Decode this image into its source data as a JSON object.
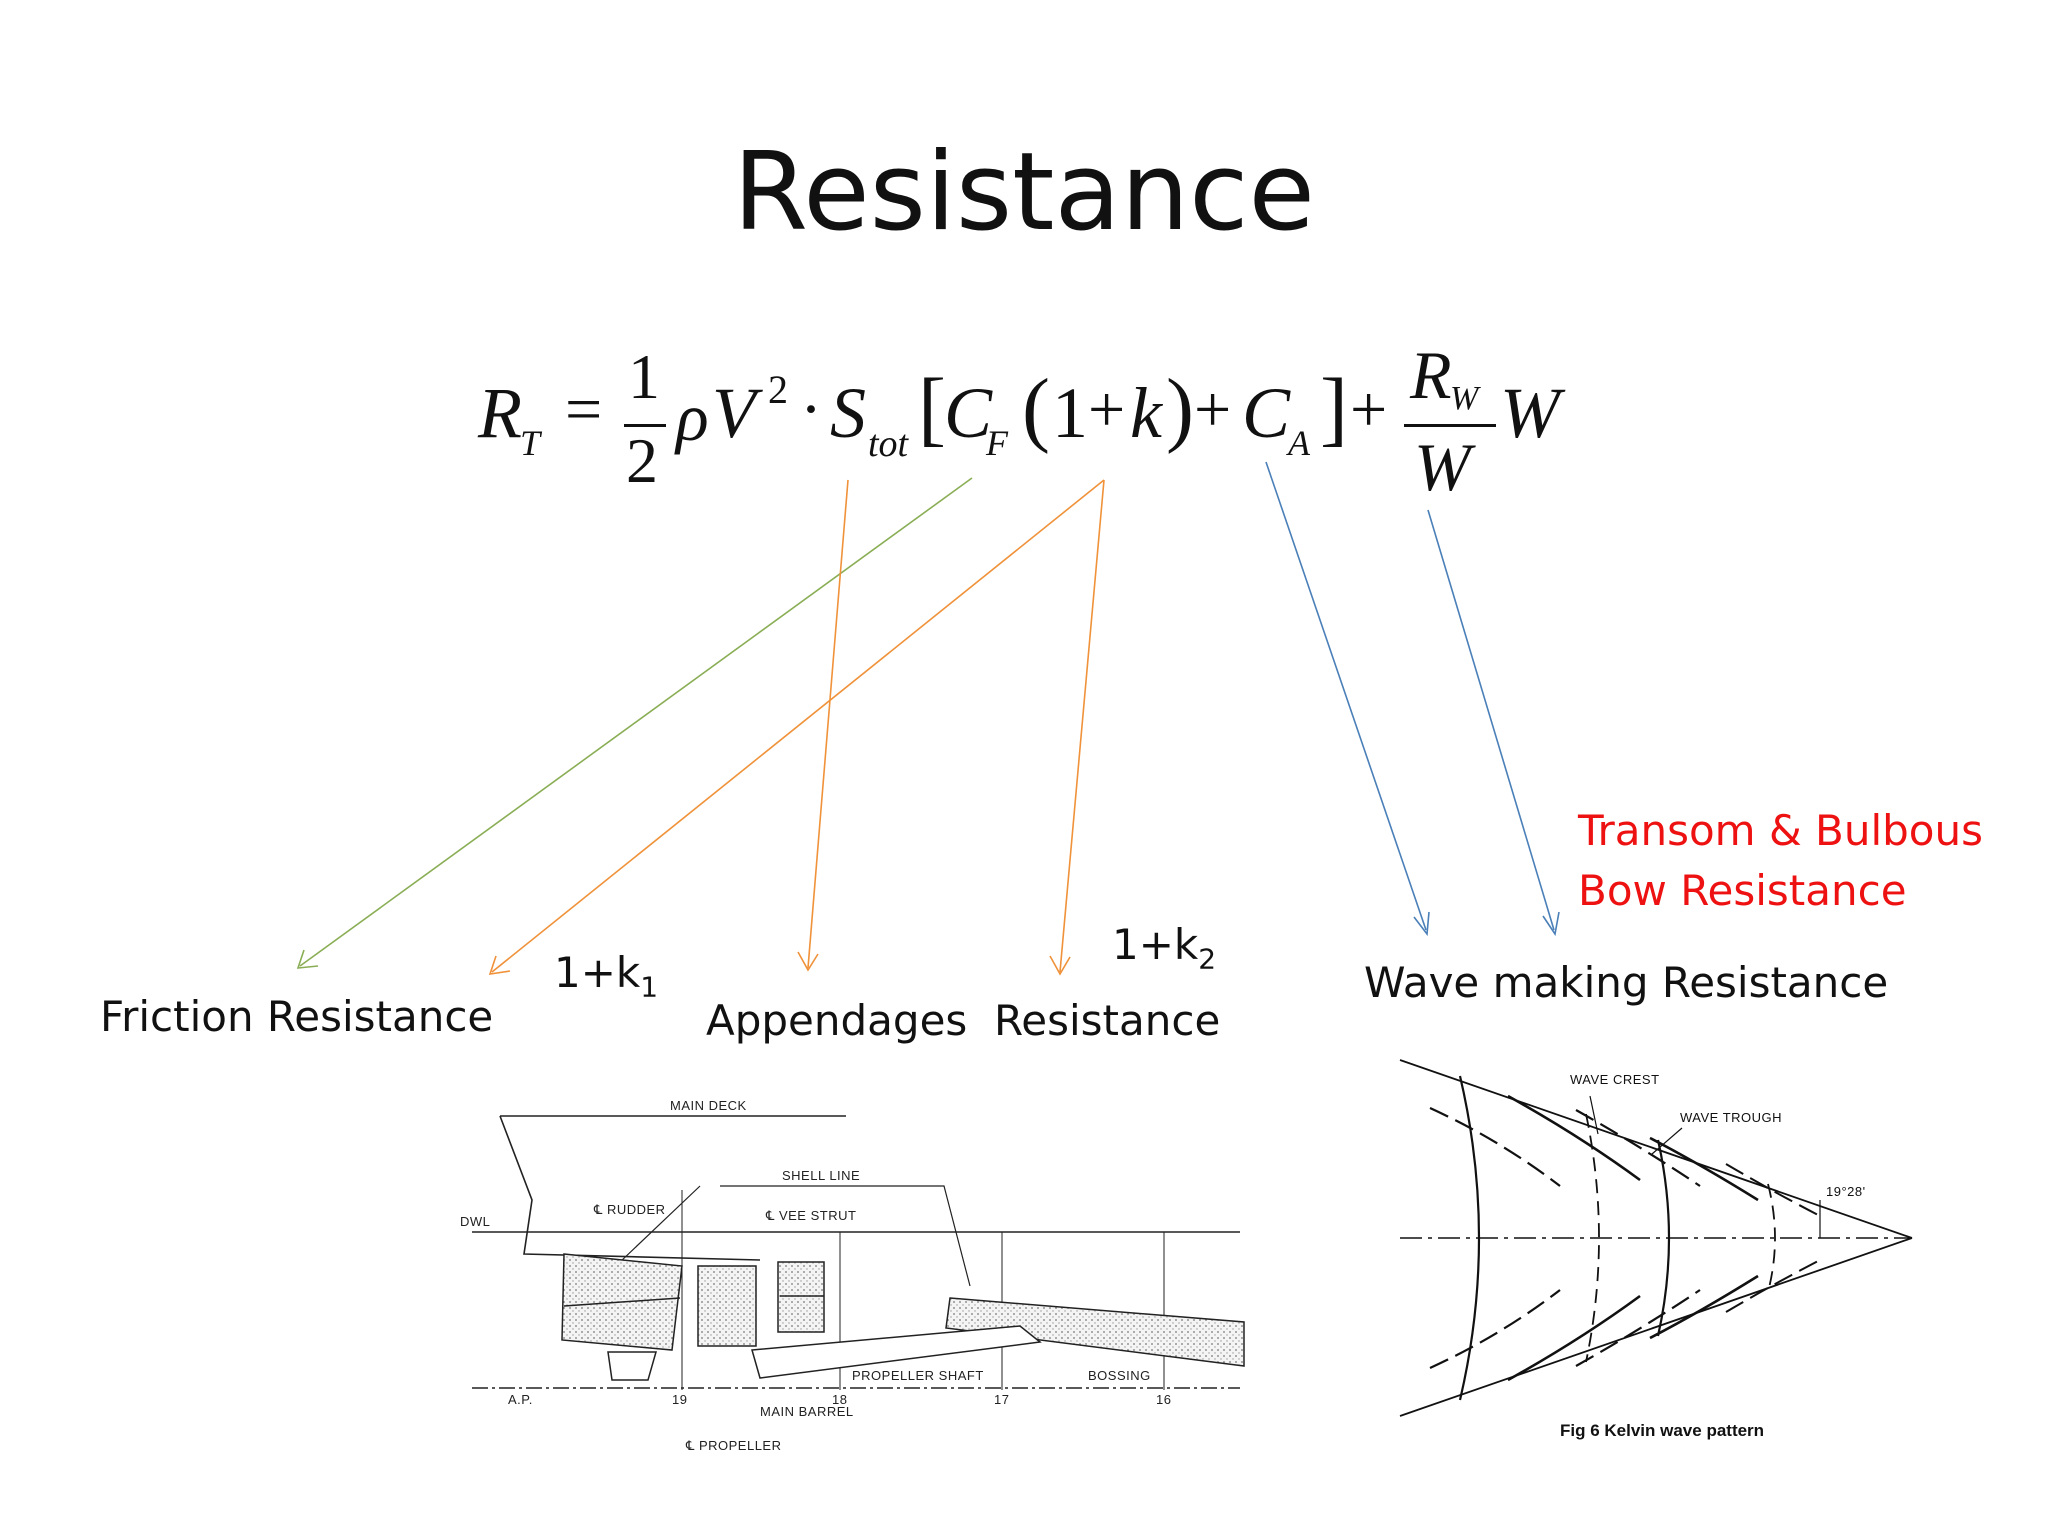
{
  "slide": {
    "title": "Resistance"
  },
  "equation": {
    "lhs": "R",
    "lhs_sub": "T",
    "equals": "=",
    "half_num": "1",
    "half_den": "2",
    "rho": "ρ",
    "v": "V",
    "v_sup": "2",
    "dot": "·",
    "s": "S",
    "s_sub": "tot",
    "lbracket": "[",
    "cf": "C",
    "cf_sub": "F",
    "lparen": "(",
    "one": "1",
    "plus1": "+",
    "k": "k",
    "rparen": ")",
    "plus2": "+",
    "ca": "C",
    "ca_sub": "A",
    "rbracket": "]",
    "plus3": "+",
    "frac_num": "R",
    "frac_num_sub": "W",
    "frac_den": "W",
    "w": "W"
  },
  "labels": {
    "friction": "Friction Resistance",
    "k1": "1+k",
    "k1_sub": "1",
    "appendages": "Appendages  Resistance",
    "k2": "1+k",
    "k2_sub": "2",
    "wave": "Wave making Resistance",
    "transom_line1": "Transom & Bulbous",
    "transom_line2": "Bow Resistance"
  },
  "appendage_drawing": {
    "main_deck": "MAIN DECK",
    "shell_line": "SHELL LINE",
    "rudder": "℄ RUDDER",
    "vee_strut": "℄ VEE STRUT",
    "dwl": "DWL",
    "propeller_shaft": "PROPELLER SHAFT",
    "bossing": "BOSSING",
    "main_barrel": "MAIN BARREL",
    "propeller": "℄ PROPELLER",
    "ap": "A.P.",
    "stations": [
      "19",
      "18",
      "17",
      "16"
    ]
  },
  "wave_drawing": {
    "wave_crest": "WAVE CREST",
    "wave_trough": "WAVE TROUGH",
    "angle": "19°28'",
    "caption": "Fig 6 Kelvin wave pattern"
  },
  "colors": {
    "green_arrow": "#8aae55",
    "orange_arrow": "#f0923a",
    "blue_arrow": "#4a7fb8",
    "red_text": "#ee1111"
  }
}
